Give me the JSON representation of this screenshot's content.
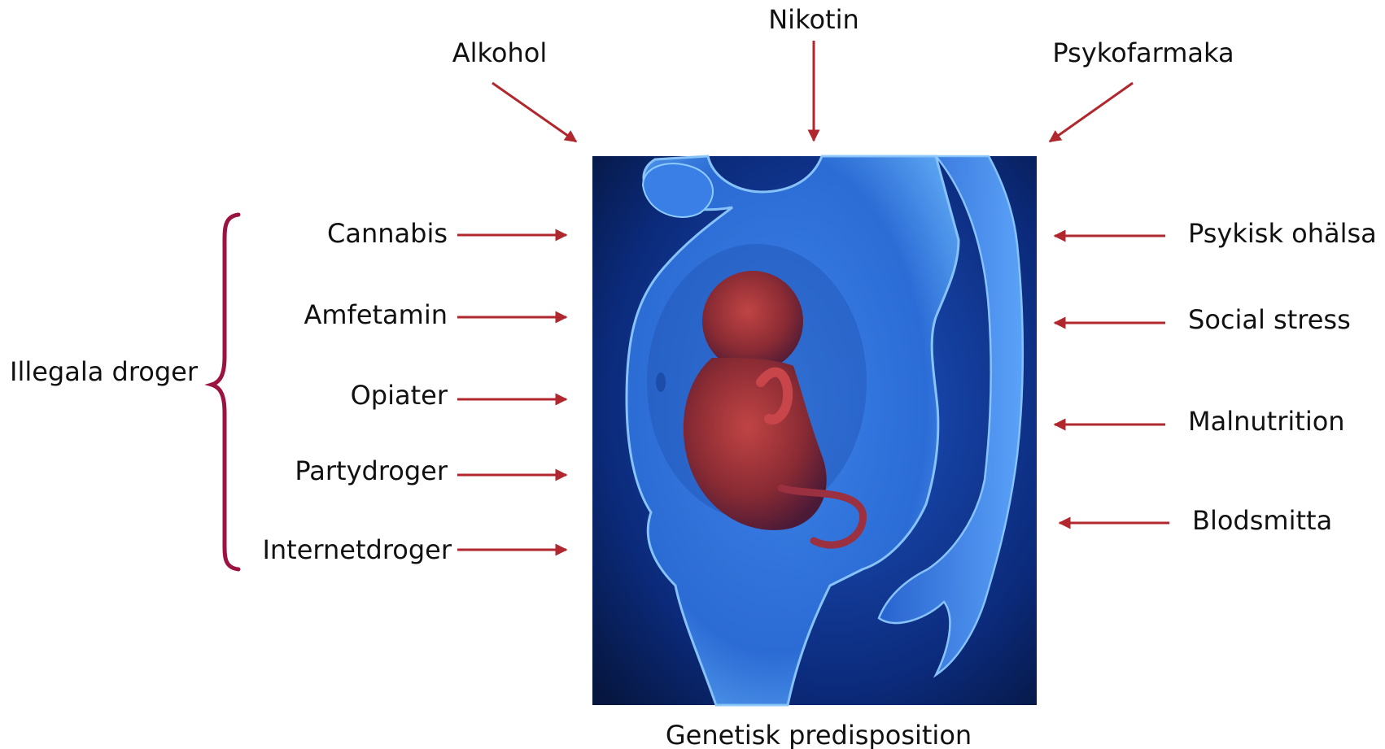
{
  "top": {
    "alcohol": "Alkohol",
    "nicotine": "Nikotin",
    "psychopharmaca": "Psykofarmaka"
  },
  "left": {
    "group_label": "Illegala droger",
    "items": [
      "Cannabis",
      "Amfetamin",
      "Opiater",
      "Partydroger",
      "Internetdroger"
    ]
  },
  "right": {
    "items": [
      "Psykisk ohälsa",
      "Social stress",
      "Malnutrition",
      "Blodsmitta"
    ]
  },
  "bottom": {
    "label": "Genetisk predisposition"
  },
  "colors": {
    "arrow": "#b0272d",
    "brace": "#9b1340",
    "text": "#111111",
    "image_bg": "#0c2e82",
    "body": "#3d8eee"
  }
}
